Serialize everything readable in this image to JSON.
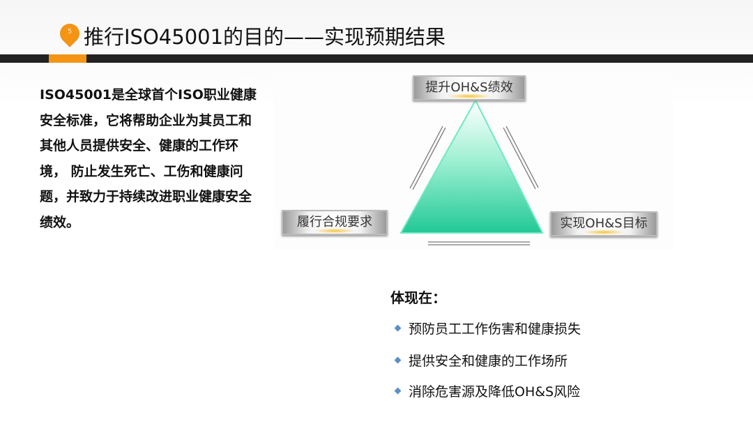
{
  "slide": {
    "number": "5",
    "title": "推行ISO45001的目的——实现预期结果"
  },
  "intro": "ISO45001是全球首个ISO职业健康安全标准，它将帮助企业为其员工和其他人员提供安全、健康的工作环境， 防止发生死亡、工伤和健康问题，并致力于持续改进职业健康安全绩效。",
  "diagram": {
    "top": "提升OH&S绩效",
    "left": "履行合规要求",
    "right": "实现OH&S目标"
  },
  "benefits": {
    "heading": "体现在：",
    "items": [
      "预防员工工作伤害和健康损失",
      "提供安全和健康的工作场所",
      "消除危害源及降低OH&S风险"
    ]
  },
  "colors": {
    "accent": "#f39415",
    "bar": "#222222",
    "triangle": "#2ed3a0"
  }
}
